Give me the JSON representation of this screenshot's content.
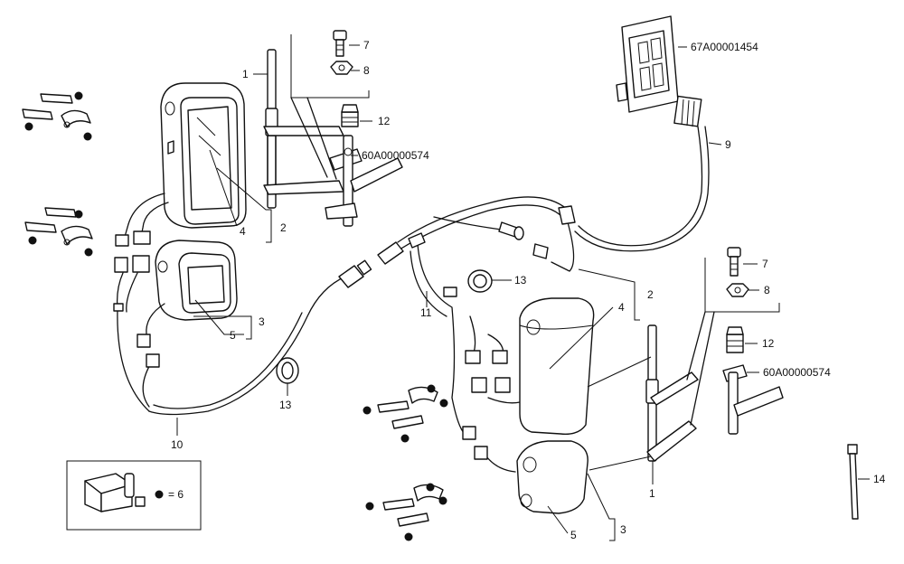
{
  "labels": {
    "l1a": "1",
    "l7a": "7",
    "l8a": "8",
    "l12a": "12",
    "l60a": "60A00000574",
    "l4a": "4",
    "l2a": "2",
    "l5a": "5",
    "l3a": "3",
    "l10": "10",
    "l13a": "13",
    "l6": "= 6",
    "l67": "67A00001454",
    "l9": "9",
    "l13b": "13",
    "l11": "11",
    "l2b": "2",
    "l4b": "4",
    "l7b": "7",
    "l8b": "8",
    "l12b": "12",
    "l60b": "60A00000574",
    "l1b": "1",
    "l5b": "5",
    "l3b": "3",
    "l14": "14"
  }
}
